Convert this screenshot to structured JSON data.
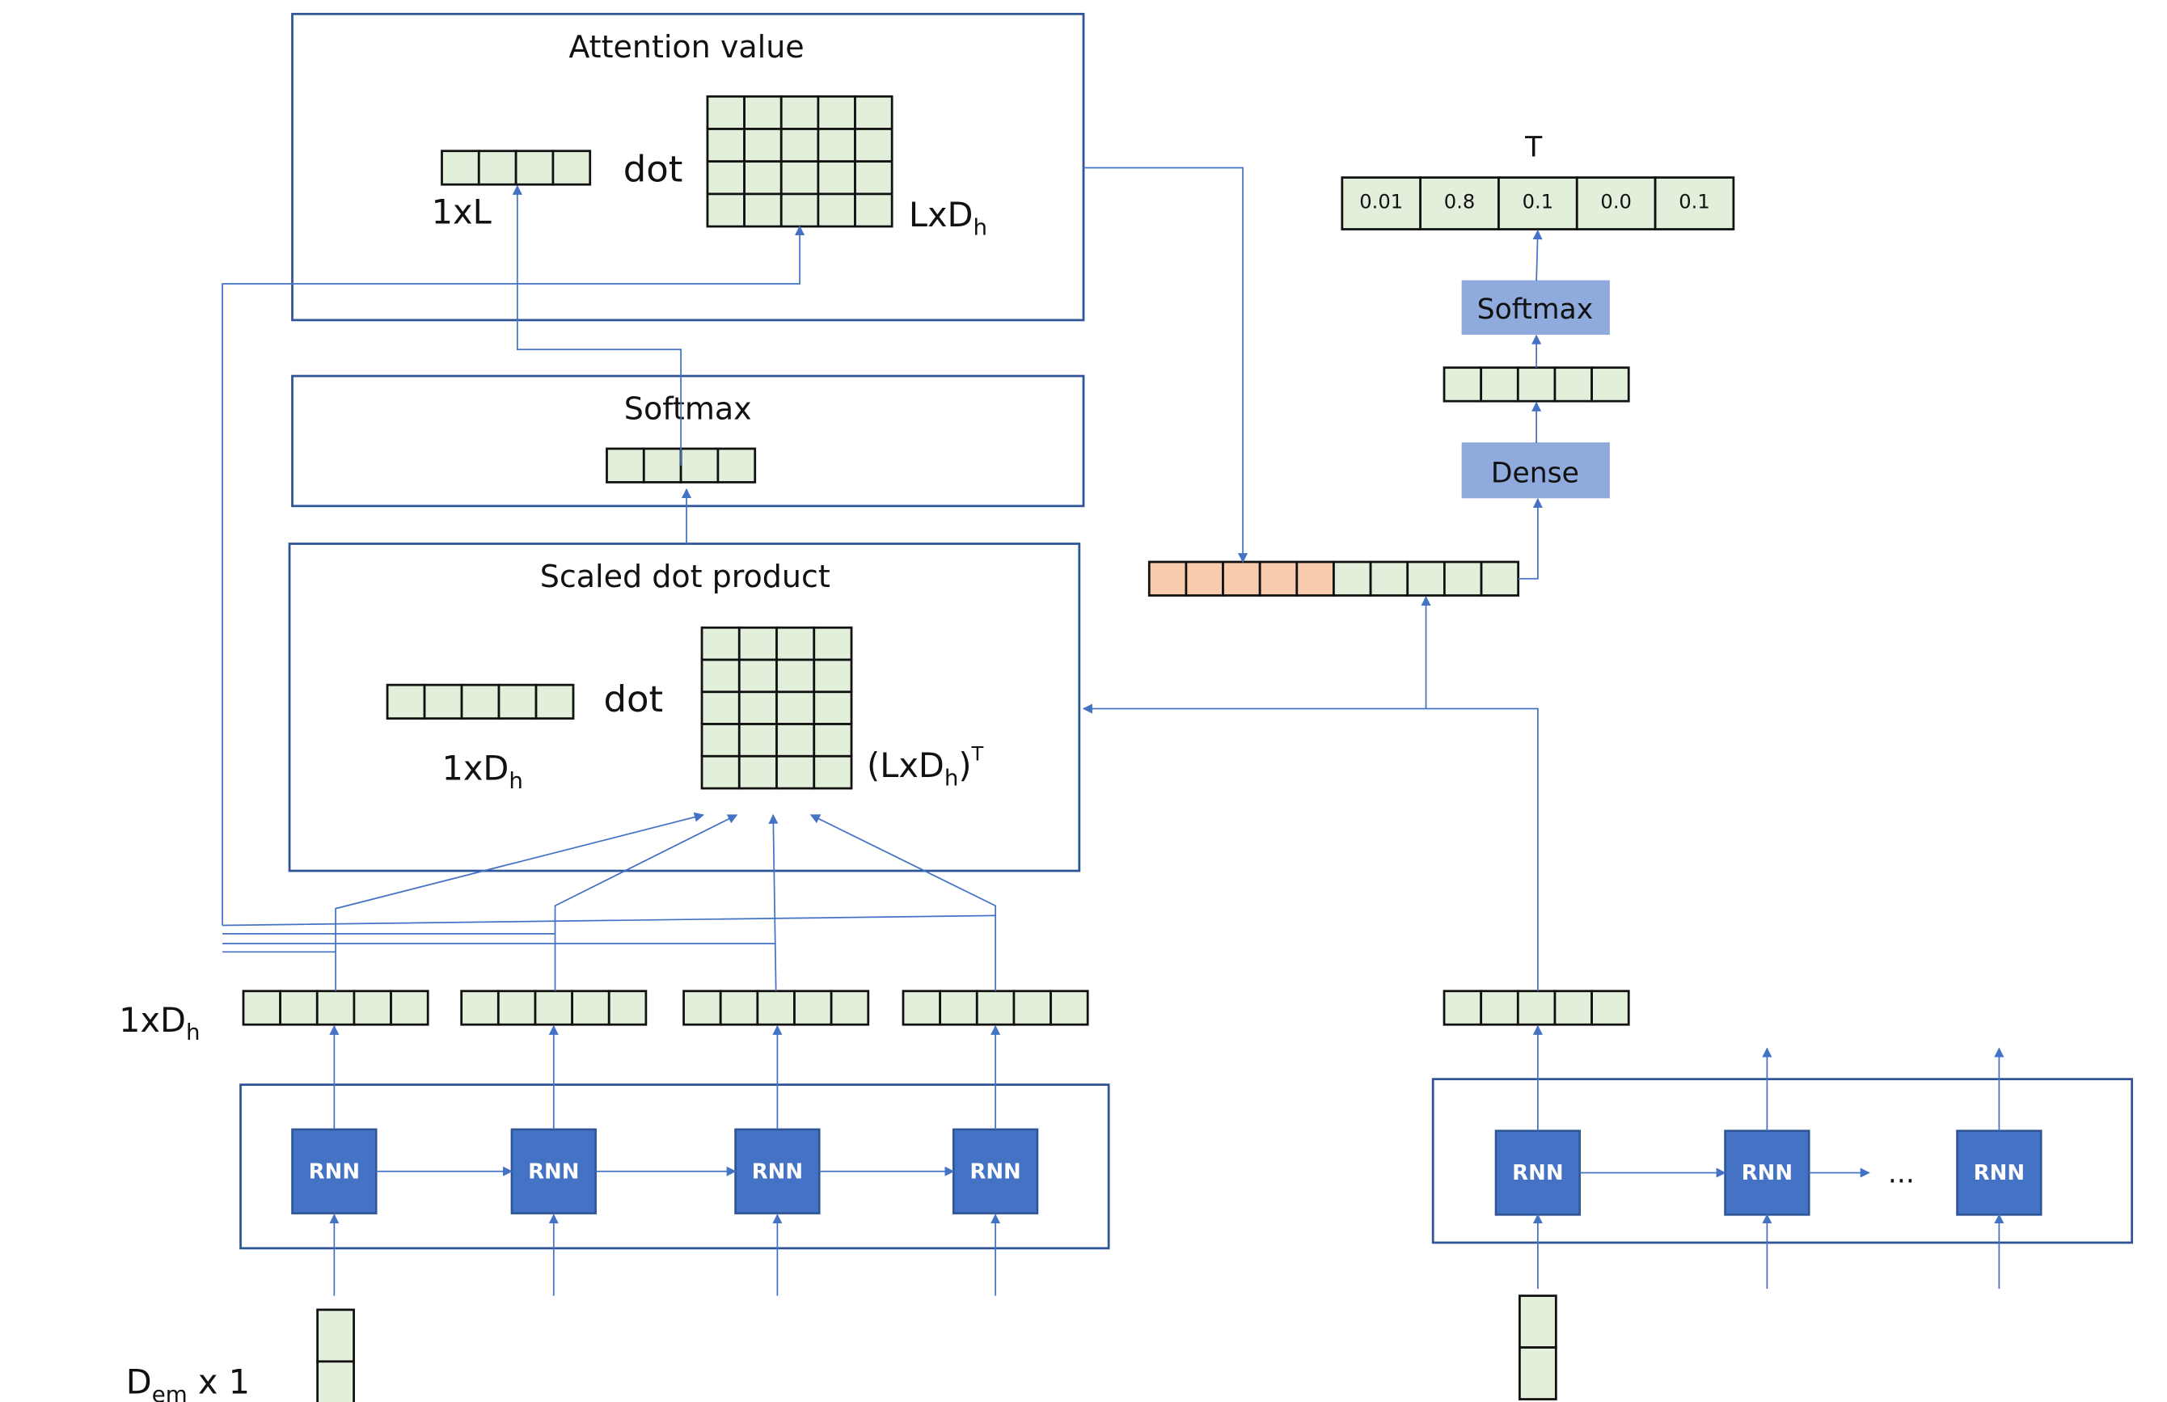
{
  "attention_block": {
    "title": "Attention value",
    "vector_label": "1xL",
    "op": "dot",
    "matrix_label": "LxD",
    "matrix_label_sub": "h"
  },
  "softmax_block": {
    "title": "Softmax"
  },
  "scaled_block": {
    "title": "Scaled dot product",
    "op": "dot",
    "vector_label": "1xD",
    "vector_label_sub": "h",
    "matrix_label_pre": "(LxD",
    "matrix_label_sub": "h",
    "matrix_label_post": ")",
    "matrix_label_sup": "T"
  },
  "encoder": {
    "hidden_label": "1xD",
    "hidden_label_sub": "h",
    "cells": [
      "RNN",
      "RNN",
      "RNN",
      "RNN"
    ],
    "input_label": "D",
    "input_label_sub": "em",
    "input_label_post": " x 1"
  },
  "decoder": {
    "cells": [
      "RNN",
      "RNN",
      "RNN"
    ],
    "ellipsis": "...",
    "dense": "Dense",
    "softmax": "Softmax",
    "output_label": "T",
    "output_values": [
      "0.01",
      "0.8",
      "0.1",
      "0.0",
      "0.1"
    ]
  },
  "colors": {
    "cell_fill": "#E2EFDA",
    "context_fill": "#F8CBAD",
    "rnn": "#4472C4",
    "op_box": "#8FAADC",
    "frame": "#2F5597"
  }
}
